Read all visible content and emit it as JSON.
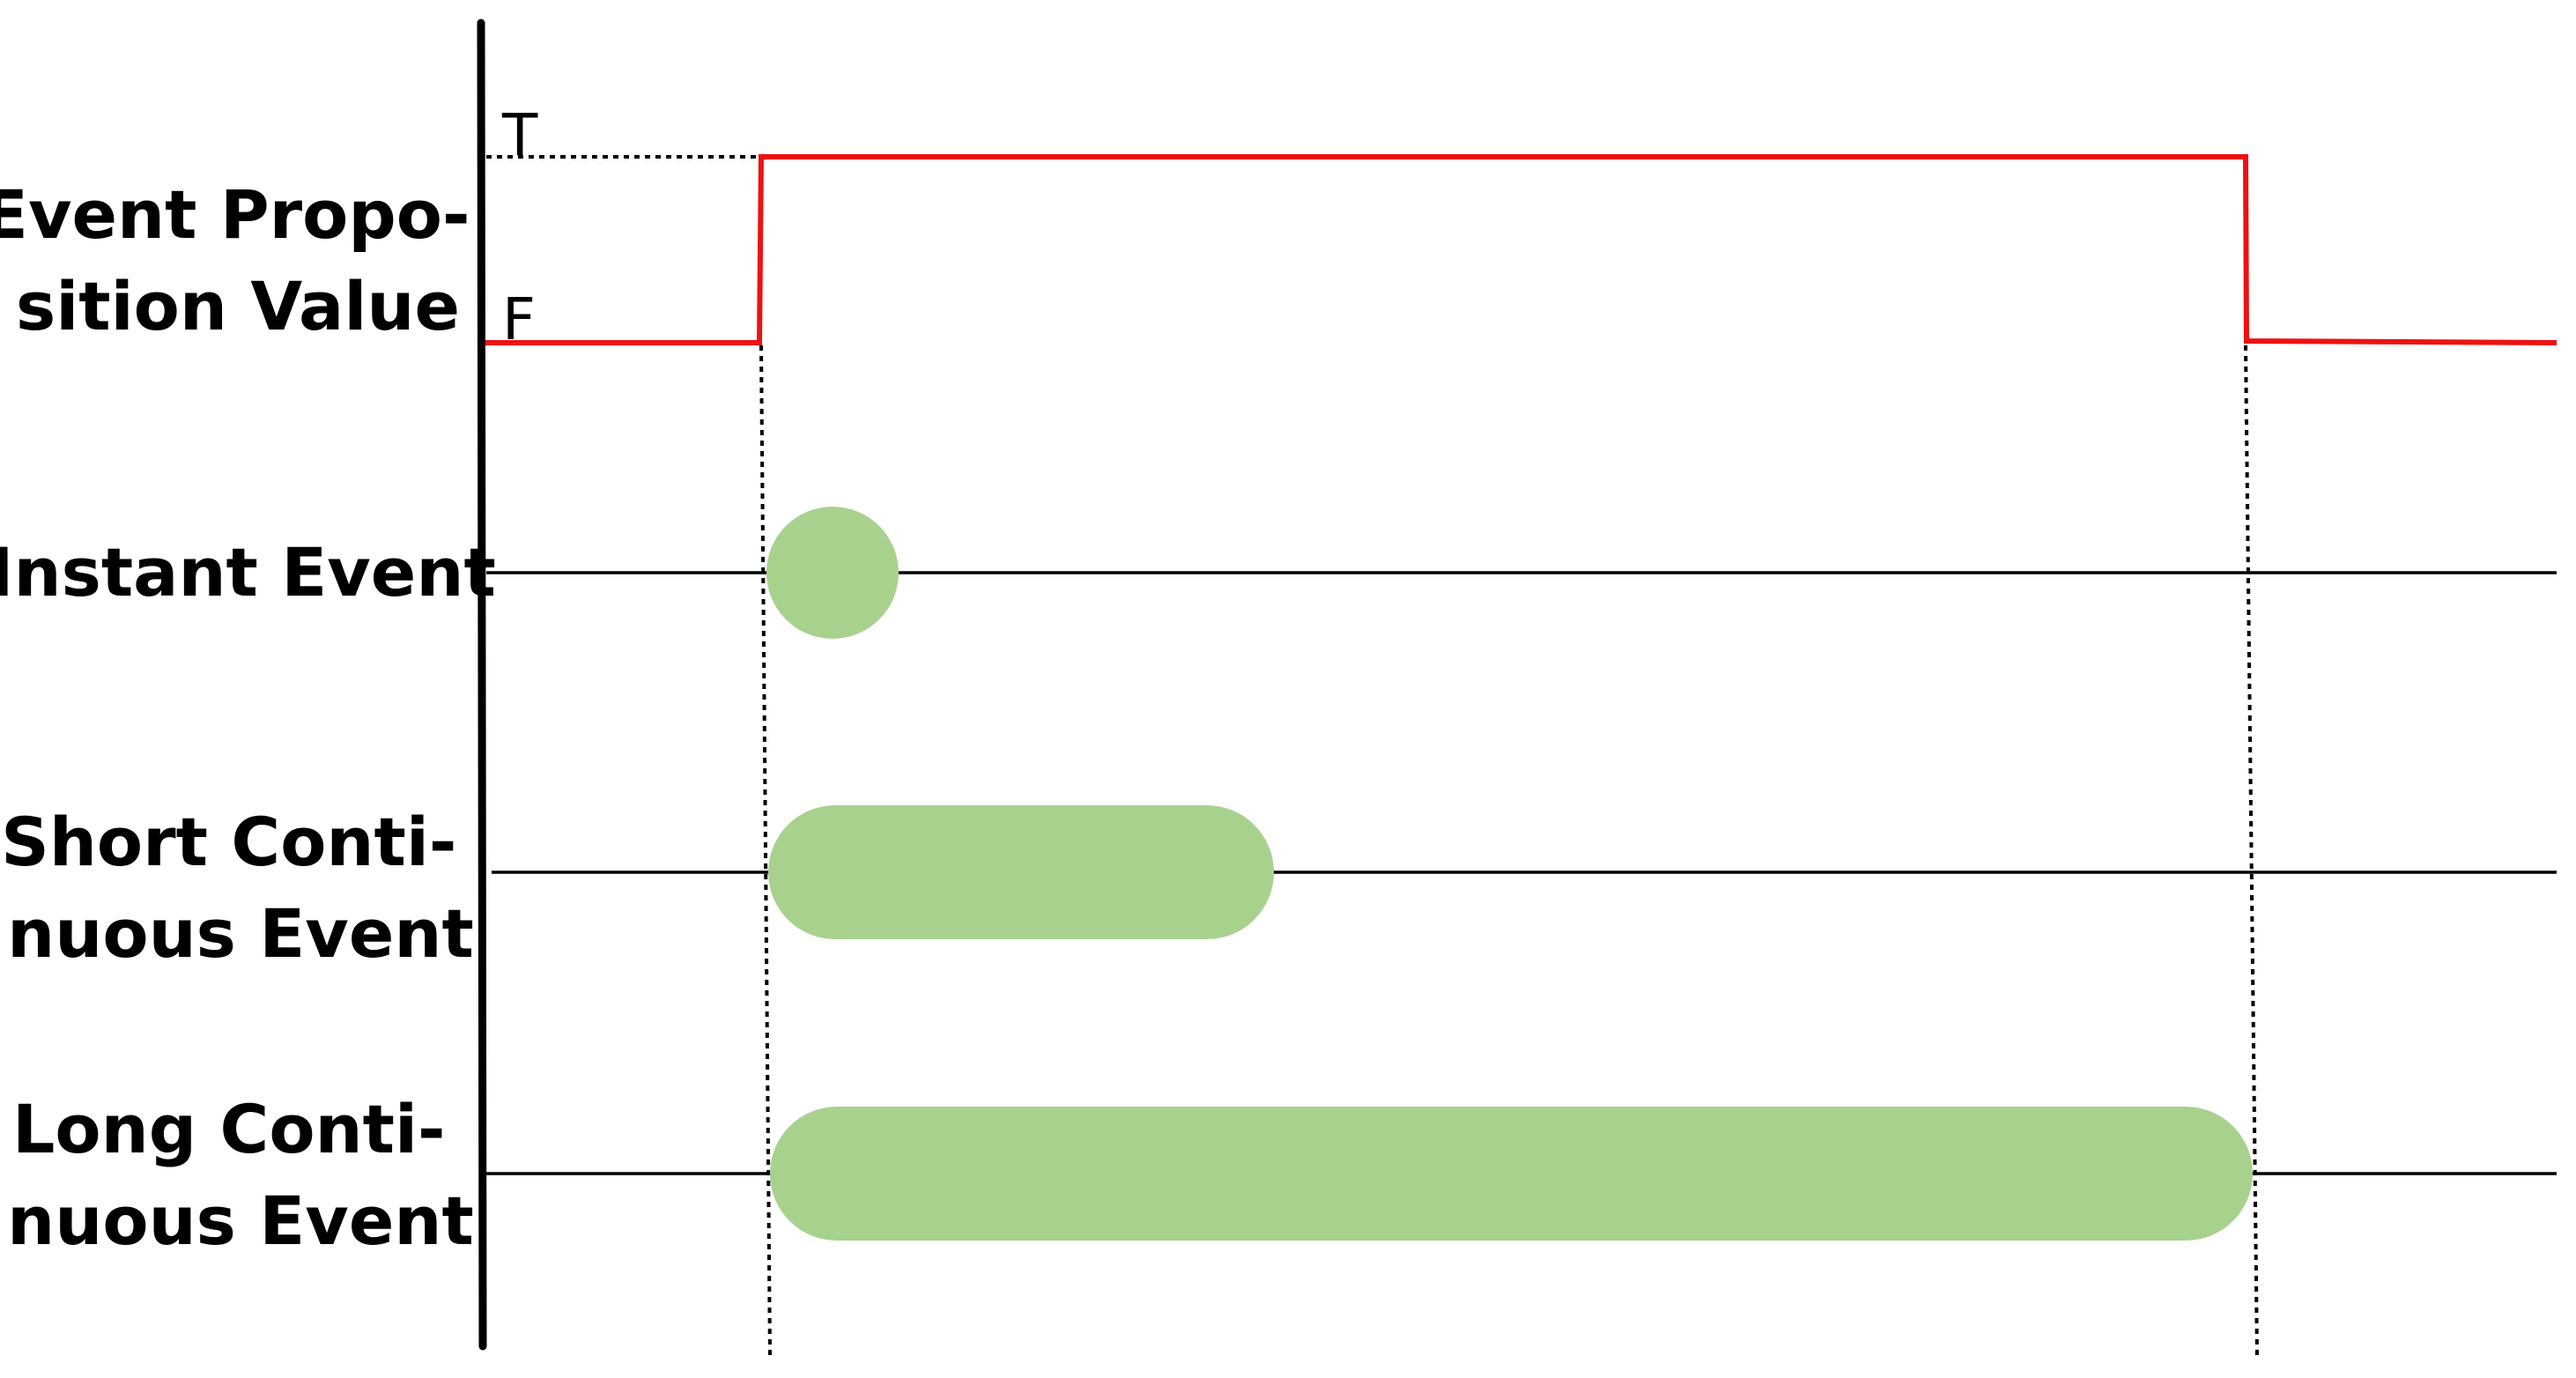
{
  "rows": [
    {
      "key": "proposition",
      "label_lines": [
        "Event Propo-",
        "sition Value"
      ]
    },
    {
      "key": "instant",
      "label_lines": [
        "Instant Event"
      ]
    },
    {
      "key": "short",
      "label_lines": [
        "Short Conti-",
        "nuous Event"
      ]
    },
    {
      "key": "long",
      "label_lines": [
        "Long Conti-",
        "nuous Event"
      ]
    }
  ],
  "signal": {
    "true_label": "T",
    "false_label": "F",
    "color": "#ee1111"
  },
  "event_color": "#a9d18e",
  "line_color": "#000000"
}
